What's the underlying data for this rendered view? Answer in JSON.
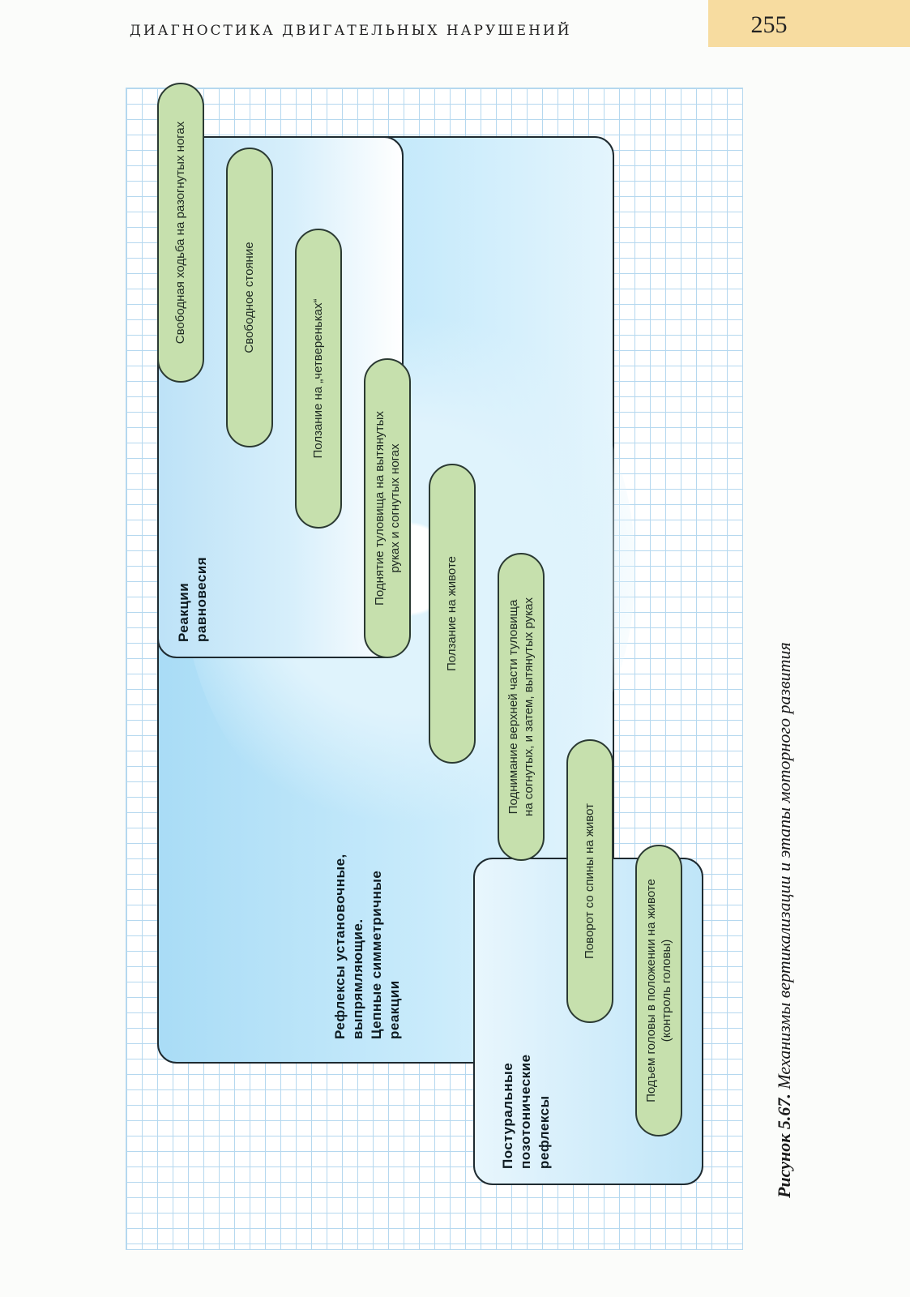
{
  "header": {
    "running_title": "ДИАГНОСТИКА ДВИГАТЕЛЬНЫХ НАРУШЕНИЙ",
    "page_number": "255"
  },
  "diagram": {
    "zones": [
      {
        "id": "postural",
        "title_lines": [
          "Постуральные",
          "позотонические",
          "рефлексы"
        ]
      },
      {
        "id": "righting",
        "title_lines": [
          "Рефлексы установочные,",
          "выпрямляющие.",
          "Цепные симметричные",
          "реакции"
        ]
      },
      {
        "id": "equilibrium",
        "title_lines": [
          "Реакции",
          "равновесия"
        ]
      }
    ],
    "stages": [
      {
        "lines": [
          "Подъем головы в положении на животе",
          "(контроль головы)"
        ]
      },
      {
        "lines": [
          "Поворот со спины на живот"
        ]
      },
      {
        "lines": [
          "Поднимание верхней части туловища",
          "на согнутых, и затем, вытянутых руках"
        ]
      },
      {
        "lines": [
          "Ползание на животе"
        ]
      },
      {
        "lines": [
          "Поднятие туловища на вытянутых",
          "руках и согнутых ногах"
        ]
      },
      {
        "lines": [
          "Ползание на „четвереньках“"
        ]
      },
      {
        "lines": [
          "Свободное стояние"
        ]
      },
      {
        "lines": [
          "Свободная ходьба на разогнутых ногах"
        ]
      }
    ],
    "colors": {
      "pill_fill": "#c6e0ad",
      "zone_fill": "#bfe3f7",
      "grid_line": "#b5d8ef",
      "header_tab": "#f7dca0"
    }
  },
  "caption": {
    "label": "Рисунок 5.67.",
    "text": "Механизмы вертикализации и этапы моторного развития"
  }
}
